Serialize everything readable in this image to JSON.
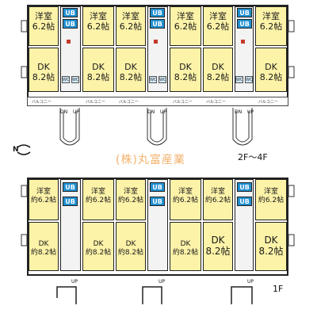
{
  "upper": {
    "floor_label": "2F～4F",
    "room_label": "洋室",
    "room_size": "6.2帖",
    "dk_label": "DK",
    "dk_size": "8.2帖",
    "bath_label": "UB",
    "wc_label": "WC",
    "balcony_label": "バルコニー",
    "stair_down": "DN",
    "stair_up": "UP"
  },
  "lower": {
    "floor_label": "1F",
    "room_label": "洋室",
    "room_size_approx": "約6.2帖",
    "dk_label": "DK",
    "dk_size_approx": "約8.2帖",
    "dk_size_plain": "8.2帖",
    "bath_label": "UB",
    "up_label": "UP"
  },
  "watermark": "(株)丸富産業",
  "north_label": "N",
  "colors": {
    "room": "#fdf3a8",
    "bath": "#1f8fd1",
    "wall": "#222222",
    "watermark": "#f4b26e"
  }
}
